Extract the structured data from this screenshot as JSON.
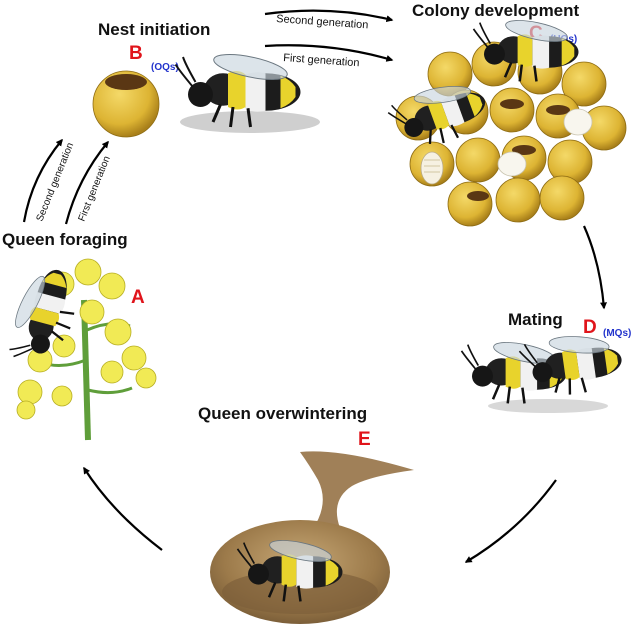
{
  "colors": {
    "letter": "#e0141b",
    "subscript": "#2233cc",
    "cell_fill": "#e2bd3c",
    "cell_dark": "#b58a1c",
    "cell_inner": "#5a3714",
    "flower": "#f1ea55",
    "stem": "#5f9e3a",
    "burrow": "#a7865a",
    "bee_black": "#1c1c1c",
    "bee_yellow": "#e8d32c"
  },
  "stages": {
    "a": {
      "title": "Queen foraging",
      "letter": "A"
    },
    "b": {
      "title": "Nest initiation",
      "letter": "B",
      "sub": "(OQs)"
    },
    "c": {
      "title": "Colony development",
      "letter": "C",
      "sub": "(UQs)"
    },
    "d": {
      "title": "Mating",
      "letter": "D",
      "sub": "(MQs)"
    },
    "e": {
      "title": "Queen overwintering",
      "letter": "E"
    }
  },
  "arrows": {
    "second_generation": "Second generation",
    "first_generation": "First generation"
  },
  "icons": {
    "bee": "bumblebee-icon",
    "cell": "brood-cell-icon",
    "flower": "rapeseed-flower-icon",
    "burrow": "soil-burrow-icon"
  }
}
